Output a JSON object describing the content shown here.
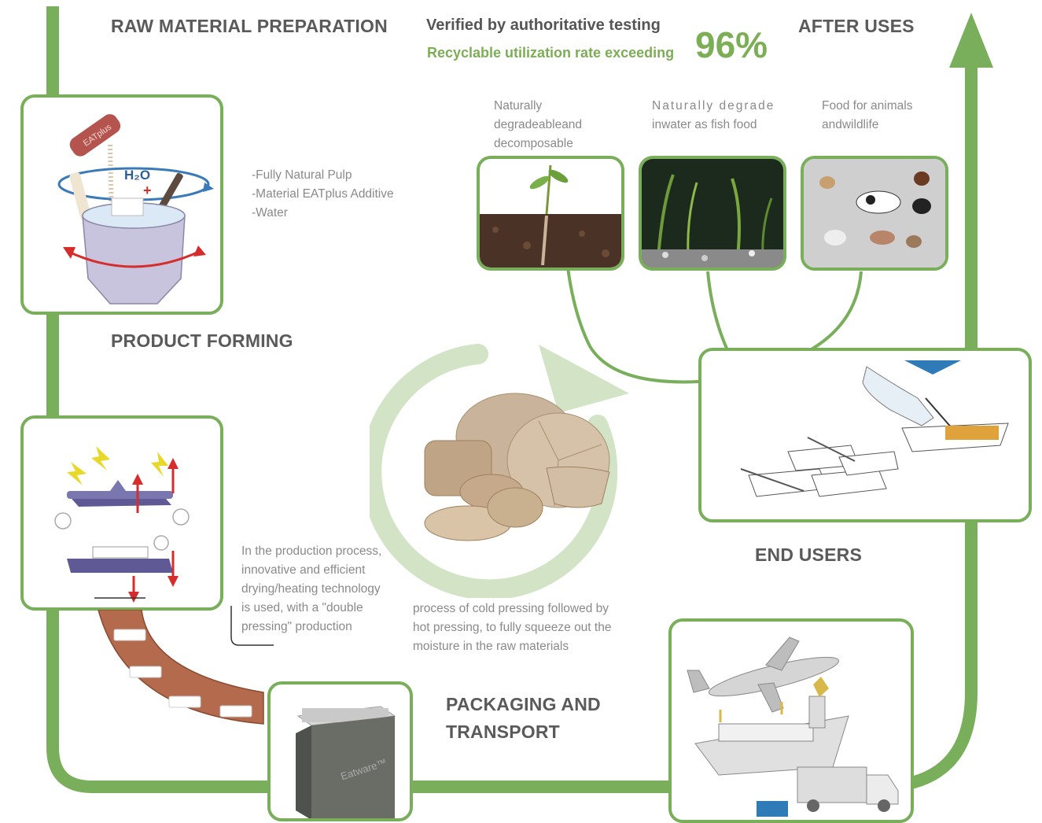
{
  "headings": {
    "raw_material": "RAW MATERIAL PREPARATION",
    "after_uses": "AFTER USES",
    "product_forming": "PRODUCT FORMING",
    "end_users": "END USERS",
    "packaging_line1": "PACKAGING AND",
    "packaging_line2": "TRANSPORT"
  },
  "verification": {
    "line1": "Verified by authoritative testing",
    "line2": "Recyclable utilization rate exceeding",
    "rate": "96%"
  },
  "after_uses": {
    "soil": [
      "Naturally",
      "degradeableand",
      "decomposable"
    ],
    "water": [
      "Naturally degrade",
      "inwater as fish food"
    ],
    "animals": [
      "Food for animals",
      "andwildlife"
    ]
  },
  "raw_materials": [
    "-Fully Natural Pulp",
    "-Material EATplus Additive",
    "-Water"
  ],
  "forming_text": [
    "In the production process,",
    "innovative and efficient",
    "drying/heating technology",
    "is used, with a \"double",
    "pressing\" production"
  ],
  "pressing_text": [
    "process of cold pressing followed by",
    "hot pressing, to fully squeeze out the",
    "moisture in the raw materials"
  ],
  "mixer_label": "H₂O",
  "bottle_label": "EATplus",
  "box_label": "Eatware™",
  "colors": {
    "flow_green": "#79ae5a",
    "light_green": "#d3e4c6",
    "rate_green": "#7cae55",
    "text_gray": "#5a5a5a"
  }
}
